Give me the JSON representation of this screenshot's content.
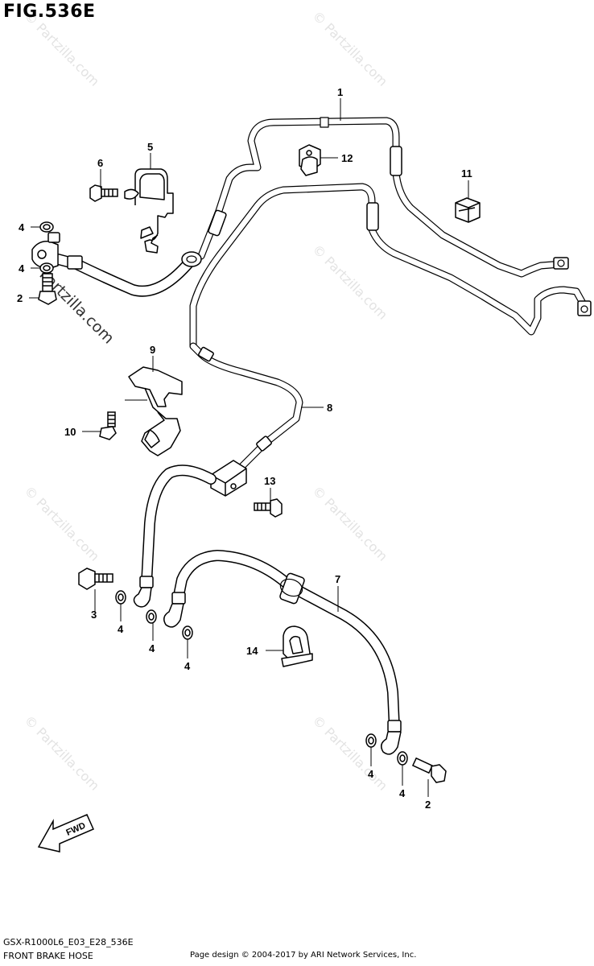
{
  "figure_title": "FIG.536E",
  "footer": {
    "code": "GSX-R1000L6_E03_E28_536E",
    "name": "FRONT BRAKE HOSE",
    "copyright": "Page design © 2004-2017 by ARI Network Services, Inc."
  },
  "watermark": {
    "text": "© Partzilla.com",
    "dark_text": "Partzilla.com"
  },
  "fwd_label": "FWD",
  "callouts": {
    "c1": "1",
    "c2a": "2",
    "c2b": "2",
    "c3": "3",
    "c4a": "4",
    "c4b": "4",
    "c4c": "4",
    "c4d": "4",
    "c4e": "4",
    "c4f": "4",
    "c4g": "4",
    "c5": "5",
    "c6": "6",
    "c7": "7",
    "c8": "8",
    "c9": "9",
    "c10": "10",
    "c11": "11",
    "c12": "12",
    "c13": "13",
    "c14": "14"
  },
  "colors": {
    "line": "#000000",
    "watermark": "#e3e3e3"
  }
}
